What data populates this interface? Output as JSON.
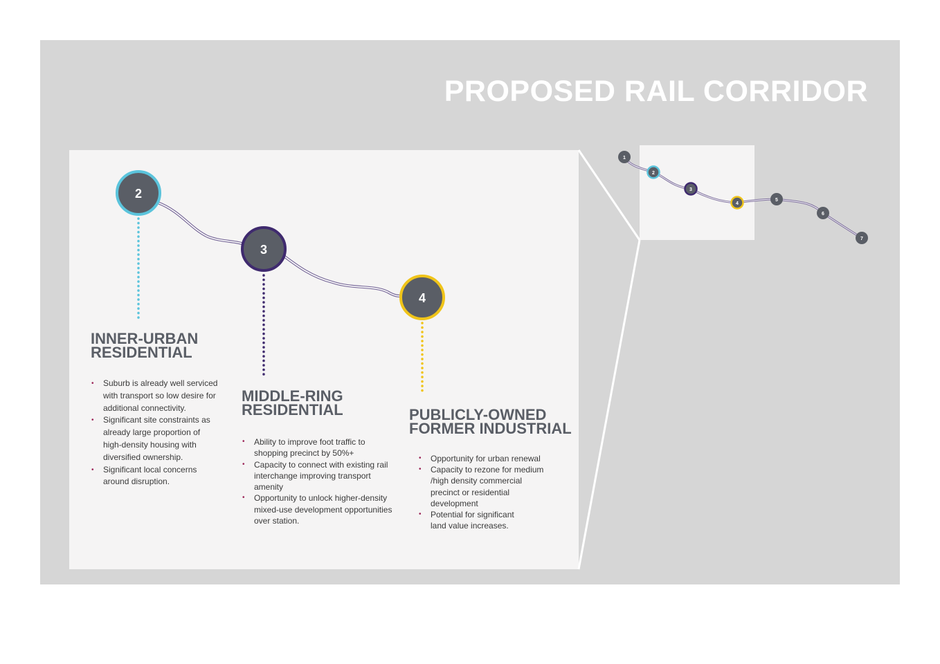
{
  "title": "PROPOSED RAIL CORRIDOR",
  "colors": {
    "panel": "#d6d6d6",
    "card": "#f5f4f4",
    "station_fill": "#5a5e66",
    "station2": "#5bc4dc",
    "station3": "#3f2a6e",
    "station4": "#f0c419",
    "bullet": "#9b2457"
  },
  "stations": {
    "s1": "1",
    "s2": "2",
    "s3": "3",
    "s4": "4",
    "s5": "5",
    "s6": "6",
    "s7": "7"
  },
  "sections": [
    {
      "heading_line1": "INNER-URBAN",
      "heading_line2": "RESIDENTIAL",
      "bullets": [
        "Suburb is already well serviced with transport so low desire for additional connectivity.",
        "Significant site constraints as already large proportion of high-density housing with diversified ownership.",
        "Significant local concerns around disruption."
      ]
    },
    {
      "heading_line1": "MIDDLE-RING",
      "heading_line2": "RESIDENTIAL",
      "bullets": [
        "Ability to improve foot traffic to shopping precinct by 50%+",
        "Capacity to connect with existing rail interchange improving transport amenity",
        "Opportunity to unlock higher-density mixed-use development opportunities over station."
      ]
    },
    {
      "heading_line1": "PUBLICLY-OWNED",
      "heading_line2": "FORMER INDUSTRIAL",
      "bullets": [
        "Opportunity for urban renewal",
        "Capacity to rezone for medium /high density commercial precinct or residential development",
        "Potential for significant land value increases."
      ]
    }
  ]
}
